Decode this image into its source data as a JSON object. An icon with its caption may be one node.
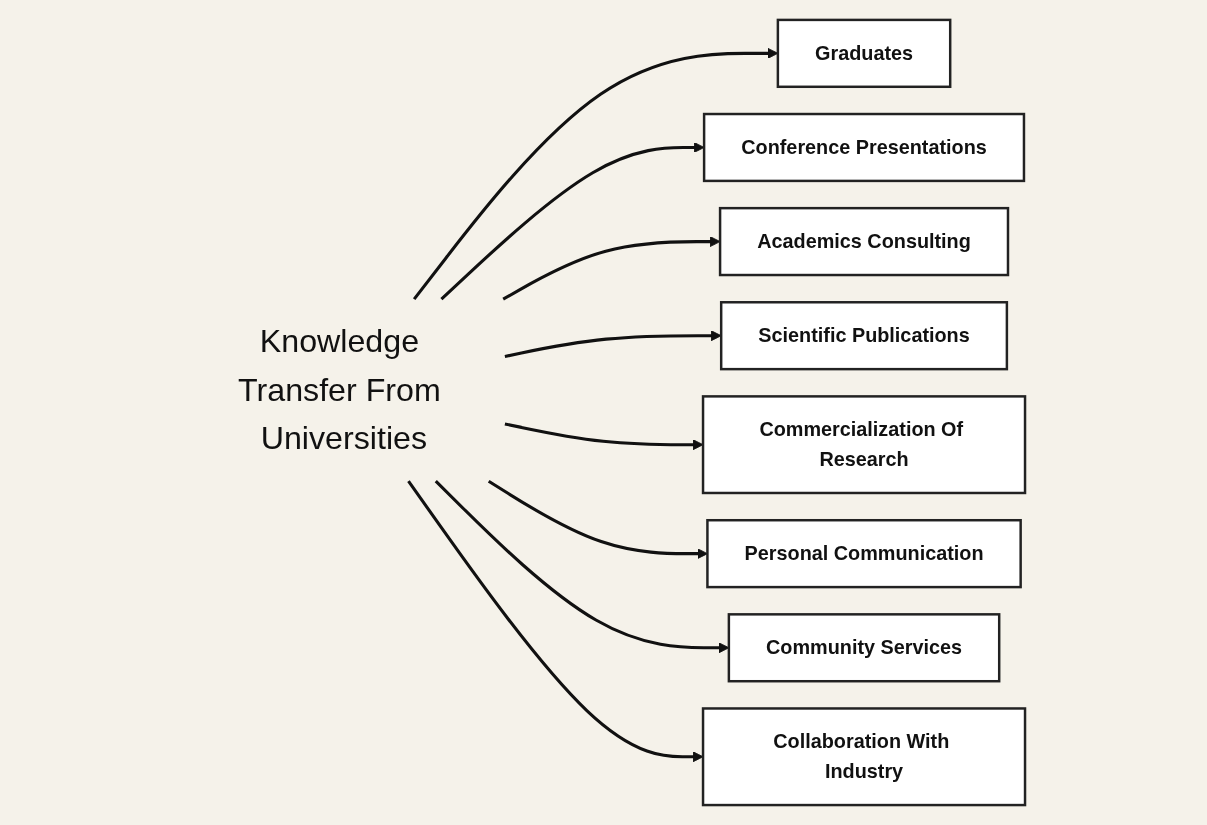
{
  "diagram": {
    "nodes": [
      {
        "text": [
          "Graduates"
        ]
      },
      {
        "text": [
          "Conference Presentations"
        ]
      },
      {
        "text": [
          "Academics Consulting"
        ]
      },
      {
        "text": [
          "Scientific Publications"
        ]
      },
      {
        "text": [
          "Knowledge Transfer From Universities"
        ]
      },
      {
        "text": [
          "Commercialization Of Research"
        ]
      },
      {
        "text": [
          "Personal Communication"
        ]
      },
      {
        "text": [
          "Community Services"
        ]
      },
      {
        "text": [
          "Collaboration With Industry"
        ]
      }
    ],
    "edges": [
      {
        "from": 4,
        "to": 0,
        "arrow": "to"
      },
      {
        "from": 4,
        "to": 1,
        "arrow": "to"
      },
      {
        "from": 4,
        "to": 2,
        "arrow": "to"
      },
      {
        "from": 4,
        "to": 3,
        "arrow": "to"
      },
      {
        "from": 4,
        "to": 5,
        "arrow": "to"
      },
      {
        "from": 4,
        "to": 6,
        "arrow": "to"
      },
      {
        "from": 4,
        "to": 7,
        "arrow": "to"
      },
      {
        "from": 4,
        "to": 8,
        "arrow": "to"
      }
    ]
  }
}
